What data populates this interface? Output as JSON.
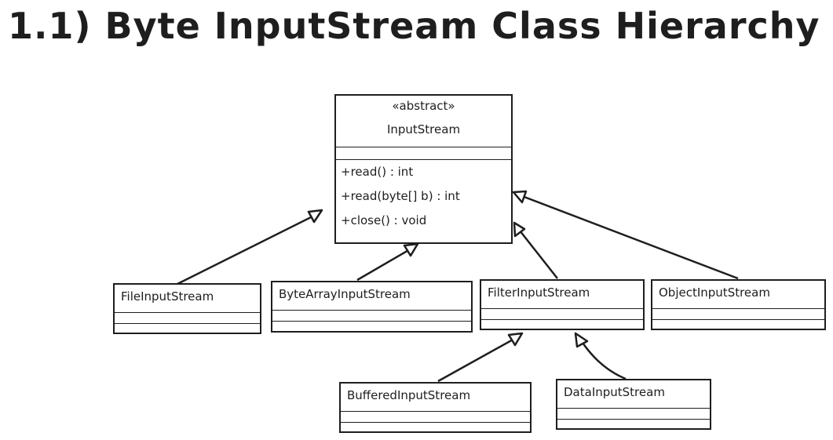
{
  "title": "1.1) Byte InputStream Class Hierarchy",
  "colors": {
    "stroke": "#1e1e1e",
    "background": "#ffffff"
  },
  "root": {
    "stereotype": "«abstract»",
    "name": "InputStream",
    "operations": [
      "+read() : int",
      "+read(byte[] b) : int",
      "+close() : void"
    ]
  },
  "classes": {
    "file": {
      "name": "FileInputStream"
    },
    "bytearray": {
      "name": "ByteArrayInputStream"
    },
    "filter": {
      "name": "FilterInputStream"
    },
    "object": {
      "name": "ObjectInputStream"
    },
    "buffered": {
      "name": "BufferedInputStream"
    },
    "data": {
      "name": "DataInputStream"
    }
  },
  "relations": [
    {
      "from": "FileInputStream",
      "to": "InputStream",
      "type": "inheritance"
    },
    {
      "from": "ByteArrayInputStream",
      "to": "InputStream",
      "type": "inheritance"
    },
    {
      "from": "FilterInputStream",
      "to": "InputStream",
      "type": "inheritance"
    },
    {
      "from": "ObjectInputStream",
      "to": "InputStream",
      "type": "inheritance"
    },
    {
      "from": "BufferedInputStream",
      "to": "FilterInputStream",
      "type": "inheritance"
    },
    {
      "from": "DataInputStream",
      "to": "FilterInputStream",
      "type": "inheritance"
    }
  ]
}
